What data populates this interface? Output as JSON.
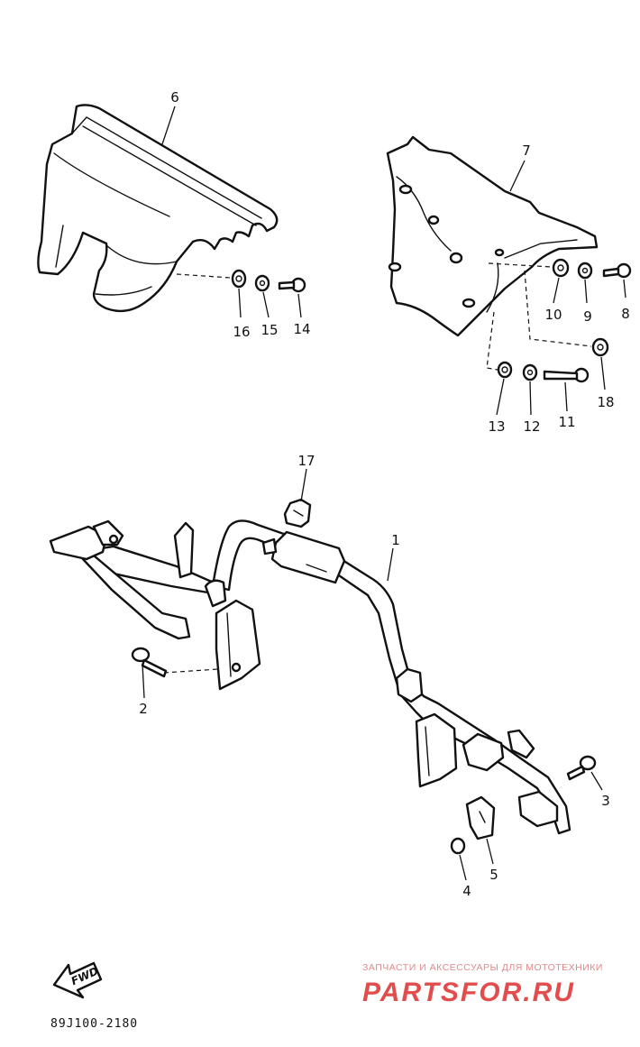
{
  "diagram": {
    "code": "89J100-2180",
    "fwd_label": "FWD",
    "parts": [
      {
        "id": "part-1",
        "number": "1"
      },
      {
        "id": "part-2",
        "number": "2"
      },
      {
        "id": "part-3",
        "number": "3"
      },
      {
        "id": "part-4",
        "number": "4"
      },
      {
        "id": "part-5",
        "number": "5"
      },
      {
        "id": "part-6",
        "number": "6"
      },
      {
        "id": "part-7",
        "number": "7"
      },
      {
        "id": "part-8",
        "number": "8"
      },
      {
        "id": "part-9",
        "number": "9"
      },
      {
        "id": "part-10",
        "number": "10"
      },
      {
        "id": "part-11",
        "number": "11"
      },
      {
        "id": "part-12",
        "number": "12"
      },
      {
        "id": "part-13",
        "number": "13"
      },
      {
        "id": "part-14",
        "number": "14"
      },
      {
        "id": "part-15",
        "number": "15"
      },
      {
        "id": "part-16",
        "number": "16"
      },
      {
        "id": "part-17",
        "number": "17"
      },
      {
        "id": "part-18",
        "number": "18"
      }
    ]
  },
  "watermark": {
    "tagline": "ЗАПЧАСТИ И АКСЕССУАРЫ ДЛЯ МОТОТЕХНИКИ",
    "logo": "PARTSFOR.RU"
  }
}
